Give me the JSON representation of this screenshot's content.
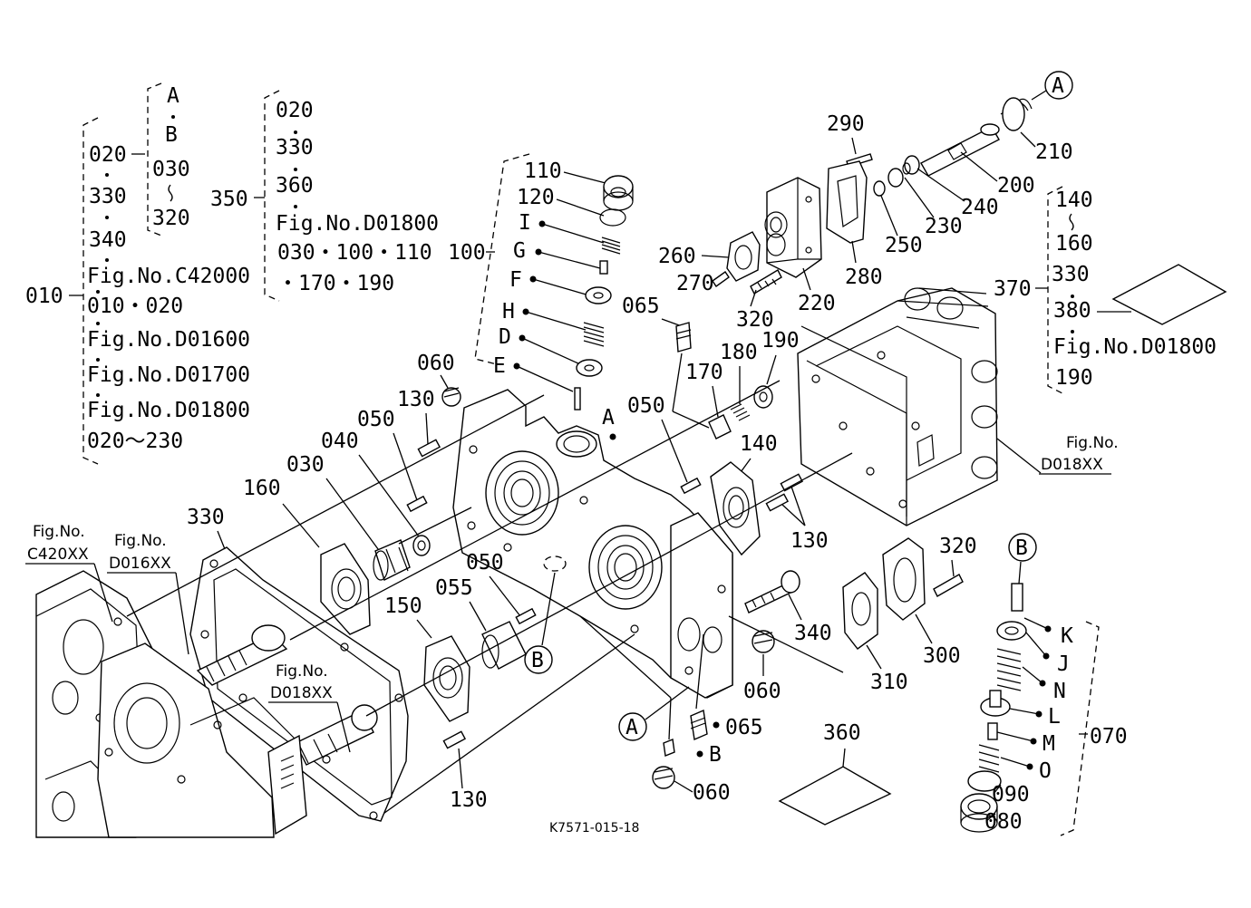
{
  "drawing_code": "K7571-015-18",
  "group_010": {
    "root": "010",
    "lines": [
      "020",
      "330",
      "340",
      "Fig.No.C42000",
      "010・020",
      "Fig.No.D01600",
      "Fig.No.D01700",
      "Fig.No.D01800",
      "020～230"
    ],
    "sub_020": [
      "A",
      "B",
      "030",
      "320"
    ]
  },
  "group_350": {
    "root": "350",
    "lines": [
      "020",
      "330",
      "360",
      "Fig.No.D01800",
      "030・100・110",
      "・170・190"
    ]
  },
  "group_100": {
    "root": "100",
    "items": [
      "110",
      "120",
      "I",
      "G",
      "F",
      "H",
      "D",
      "E"
    ]
  },
  "group_370": {
    "root": "370",
    "lines": [
      "140",
      "160",
      "330",
      "380",
      "Fig.No.D01800",
      "190"
    ]
  },
  "group_070": {
    "root": "070",
    "items": [
      "K",
      "J",
      "N",
      "L",
      "M",
      "O"
    ]
  },
  "callouts": {
    "p290": "290",
    "p210": "210",
    "p200": "200",
    "p240": "240",
    "p230": "230",
    "p250": "250",
    "p260": "260",
    "p270": "270",
    "p280": "280",
    "p220": "220",
    "p320a": "320",
    "p065a": "065",
    "p170": "170",
    "p180": "180",
    "p190": "190",
    "p060a": "060",
    "p130a": "130",
    "pA": "A",
    "p050a": "050",
    "p140": "140",
    "p130b": "130",
    "p050b": "050",
    "p040": "040",
    "p030": "030",
    "p160": "160",
    "p330": "330",
    "p050c": "050",
    "p055": "055",
    "p150": "150",
    "p340": "340",
    "p310": "310",
    "p300": "300",
    "p320b": "320",
    "p060b": "060",
    "p065b": "065",
    "pB": "B",
    "p060c": "060",
    "p130c": "130",
    "p360": "360",
    "p090": "090",
    "p080": "080"
  },
  "circled": {
    "A1": "A",
    "A2": "A",
    "B1": "B",
    "B2": "B"
  },
  "fig_refs": {
    "c420": [
      "Fig.No.",
      "C420XX"
    ],
    "d016": [
      "Fig.No.",
      "D016XX"
    ],
    "d018a": [
      "Fig.No.",
      "D018XX"
    ],
    "d018b": [
      "Fig.No.",
      "D018XX"
    ]
  }
}
